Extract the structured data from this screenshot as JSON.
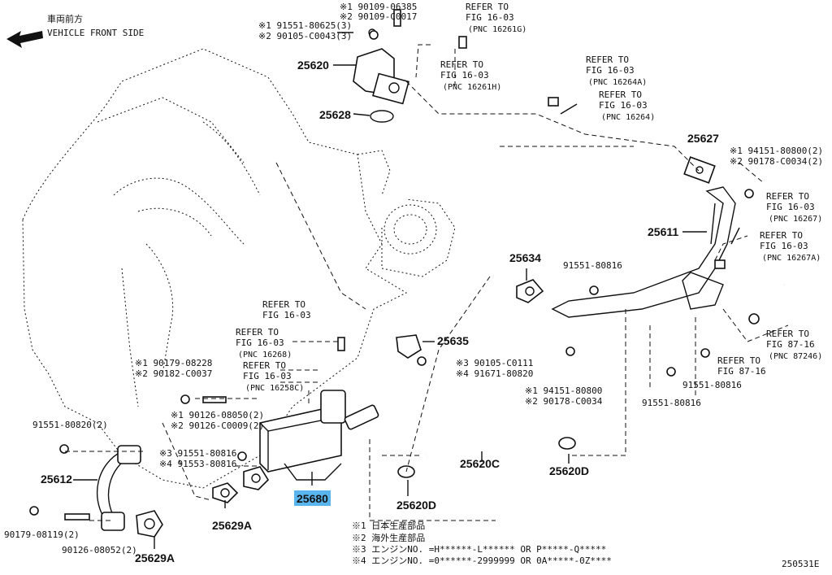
{
  "header": {
    "front_jp": "車両前方",
    "front_en": "VEHICLE FRONT SIDE"
  },
  "parts": {
    "p25620": "25620",
    "p25628": "25628",
    "p25627": "25627",
    "p25611": "25611",
    "p25634": "25634",
    "p25635": "25635",
    "p25612": "25612",
    "p25680": "25680",
    "p25629A_1": "25629A",
    "p25629A_2": "25629A",
    "p25620C": "25620C",
    "p25620D_1": "25620D",
    "p25620D_2": "25620D"
  },
  "callouts": {
    "c1a": "※1 90109-06385",
    "c1b": "※2 90109-C0017",
    "c2a": "※1 91551-80625(3)",
    "c2b": "※2 90105-C0043(3)",
    "c3a": "※1 94151-80800(2)",
    "c3b": "※2 90178-C0034(2)",
    "c4": "91551-80816",
    "c5a": "※3 90105-C0111",
    "c5b": "※4 91671-80820",
    "c6a": "※1 94151-80800",
    "c6b": "※2 90178-C0034",
    "c7a": "91551-80816",
    "c7b": "91551-80816",
    "c8a": "※1 90179-08228",
    "c8b": "※2 90182-C0037",
    "c9a": "※1 90126-08050(2)",
    "c9b": "※2 90126-C0009(2)",
    "c10": "91551-80820(2)",
    "c11a": "※3 91551-80816",
    "c11b": "※4 91553-80816",
    "c12": "90179-08119(2)",
    "c13": "90126-08052(2)"
  },
  "refs": {
    "r1": [
      "REFER TO",
      "FIG 16-03",
      "(PNC 16261G)"
    ],
    "r2": [
      "REFER TO",
      "FIG 16-03",
      "(PNC 16261H)"
    ],
    "r3": [
      "REFER TO",
      "FIG 16-03",
      "(PNC 16264A)"
    ],
    "r4": [
      "REFER TO",
      "FIG 16-03",
      "(PNC 16264)"
    ],
    "r5": [
      "REFER TO",
      "FIG 16-03",
      "(PNC 16267)"
    ],
    "r6": [
      "REFER TO",
      "FIG 16-03",
      "(PNC 16267A)"
    ],
    "r7": [
      "REFER TO",
      "FIG 16-03"
    ],
    "r8": [
      "REFER TO",
      "FIG 16-03",
      "(PNC 16268)"
    ],
    "r9": [
      "REFER TO",
      "FIG 16-03",
      "(PNC 16258C)"
    ],
    "r10": [
      "REFER TO",
      "FIG 87-16",
      "(PNC 87246)"
    ],
    "r11": [
      "REFER TO",
      "FIG 87-16"
    ]
  },
  "notes": {
    "n1": "※1 日本生産部品",
    "n2": "※2 海外生産部品",
    "n3": "※3 エンジンNO. =H******-L****** OR P*****-Q*****",
    "n4": "※4 エンジンNO. =0******-2999999 OR 0A*****-0Z****"
  },
  "footer": {
    "code": "250531E"
  },
  "colors": {
    "highlight": "#5ab4ee",
    "ink": "#111111"
  },
  "icons": {
    "front_arrow": "arrow-left-icon"
  }
}
